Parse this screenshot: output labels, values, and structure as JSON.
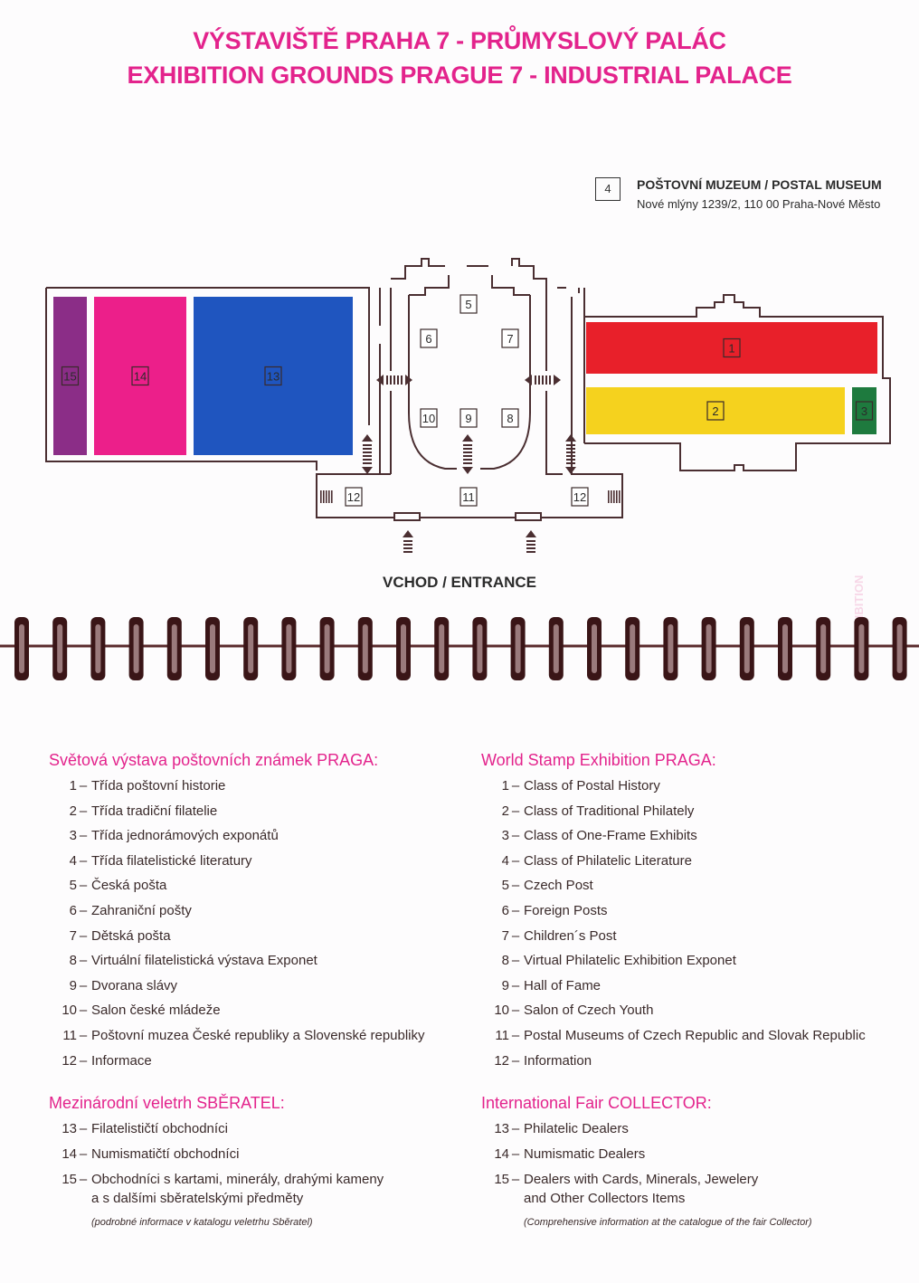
{
  "title_cz": "VÝSTAVIŠTĚ PRAHA 7 - PRŮMYSLOVÝ PALÁC",
  "title_en": "EXHIBITION GROUNDS PRAGUE 7 - INDUSTRIAL PALACE",
  "postal_museum": {
    "number": "4",
    "title": "POŠTOVNÍ MUZEUM / POSTAL MUSEUM",
    "address": "Nové mlýny 1239/2, 110 00 Praha-Nové Město"
  },
  "map": {
    "entrance_label": "VCHOD / ENTRANCE",
    "halls": [
      {
        "id": "15",
        "color": "#8b2d87"
      },
      {
        "id": "14",
        "color": "#ec1f8a"
      },
      {
        "id": "13",
        "color": "#1f55bf"
      },
      {
        "id": "1",
        "color": "#e8202a"
      },
      {
        "id": "2",
        "color": "#f5d21e"
      },
      {
        "id": "3",
        "color": "#1e7a3e"
      }
    ],
    "rooms": [
      "5",
      "6",
      "7",
      "8",
      "9",
      "10",
      "11",
      "12",
      "12"
    ],
    "outline_color": "#4a2e31"
  },
  "edge_text": "EXHIBITION",
  "cz": {
    "heading1": "Světová výstava poštovních známek PRAGA:",
    "items1": [
      {
        "n": "1",
        "t": "Třída poštovní historie"
      },
      {
        "n": "2",
        "t": "Třída tradiční filatelie"
      },
      {
        "n": "3",
        "t": "Třída jednorámových exponátů"
      },
      {
        "n": "4",
        "t": "Třída filatelistické literatury"
      },
      {
        "n": "5",
        "t": "Česká pošta"
      },
      {
        "n": "6",
        "t": "Zahraniční pošty"
      },
      {
        "n": "7",
        "t": "Dětská pošta"
      },
      {
        "n": "8",
        "t": "Virtuální filatelistická výstava Exponet"
      },
      {
        "n": "9",
        "t": "Dvorana slávy"
      },
      {
        "n": "10",
        "t": "Salon české mládeže"
      },
      {
        "n": "11",
        "t": "Poštovní muzea České republiky a Slovenské republiky"
      },
      {
        "n": "12",
        "t": "Informace"
      }
    ],
    "heading2": "Mezinárodní veletrh SBĚRATEL:",
    "items2": [
      {
        "n": "13",
        "t": "Filatelističtí obchodníci"
      },
      {
        "n": "14",
        "t": "Numismatičtí obchodníci"
      }
    ],
    "item15": {
      "n": "15",
      "t1": "Obchodníci s kartami, minerály, drahými kameny",
      "t2": "a s dalšími sběratelskými předměty"
    },
    "note": "(podrobné informace v katalogu veletrhu Sběratel)"
  },
  "en": {
    "heading1": "World Stamp Exhibition PRAGA:",
    "items1": [
      {
        "n": "1",
        "t": "Class of Postal History"
      },
      {
        "n": "2",
        "t": "Class of Traditional Philately"
      },
      {
        "n": "3",
        "t": "Class of One-Frame Exhibits"
      },
      {
        "n": "4",
        "t": "Class of Philatelic Literature"
      },
      {
        "n": "5",
        "t": "Czech Post"
      },
      {
        "n": "6",
        "t": "Foreign Posts"
      },
      {
        "n": "7",
        "t": "Children´s Post"
      },
      {
        "n": "8",
        "t": "Virtual Philatelic Exhibition Exponet"
      },
      {
        "n": "9",
        "t": "Hall of Fame"
      },
      {
        "n": "10",
        "t": "Salon of Czech Youth"
      },
      {
        "n": "11",
        "t": "Postal Museums of Czech Republic and Slovak Republic"
      },
      {
        "n": "12",
        "t": "Information"
      }
    ],
    "heading2": "International Fair COLLECTOR:",
    "items2": [
      {
        "n": "13",
        "t": "Philatelic Dealers"
      },
      {
        "n": "14",
        "t": "Numismatic Dealers"
      }
    ],
    "item15": {
      "n": "15",
      "t1": "Dealers with Cards, Minerals, Jewelery",
      "t2": "and Other Collectors Items"
    },
    "note": "(Comprehensive information at the catalogue of the fair Collector)"
  }
}
